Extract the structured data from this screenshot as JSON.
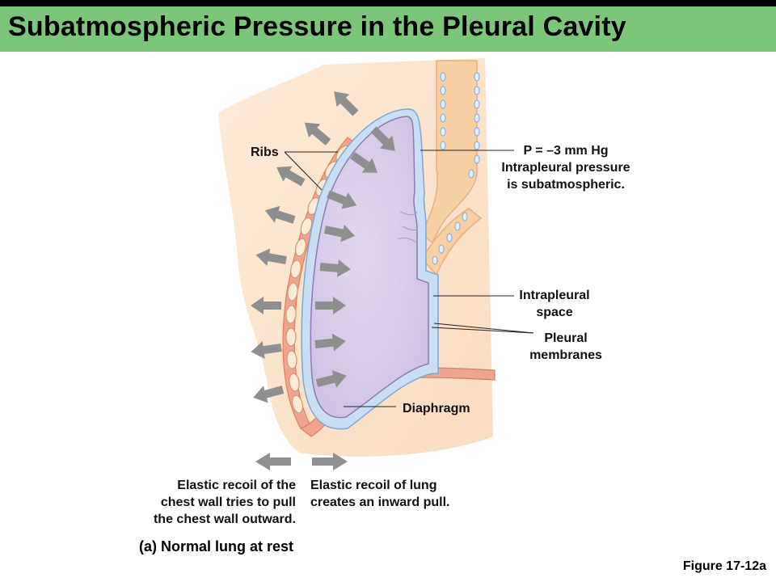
{
  "title": "Subatmospheric Pressure in the Pleural Cavity",
  "labels": {
    "ribs": "Ribs",
    "pressure_line1": "P = –3 mm Hg",
    "pressure_line2": "Intrapleural pressure",
    "pressure_line3": "is subatmospheric.",
    "intrapleural_line1": "Intrapleural",
    "intrapleural_line2": "space",
    "pleural_line1": "Pleural",
    "pleural_line2": "membranes",
    "diaphragm": "Diaphragm",
    "chest_recoil_line1": "Elastic recoil of the",
    "chest_recoil_line2": "chest wall tries to pull",
    "chest_recoil_line3": "the chest wall outward.",
    "lung_recoil_line1": "Elastic recoil of lung",
    "lung_recoil_line2": "creates an inward pull."
  },
  "caption": "(a) Normal lung at rest",
  "figure_ref": "Figure 17-12a",
  "colors": {
    "title_bar": "#7cc67a",
    "body_tissue": "#fbe3cc",
    "lung_fill": "#d9cce6",
    "pleural_membrane": "#c7ddf0",
    "rib_fill": "#fde8d2",
    "muscle": "#e88f79",
    "arrow": "#8f8f8f"
  }
}
